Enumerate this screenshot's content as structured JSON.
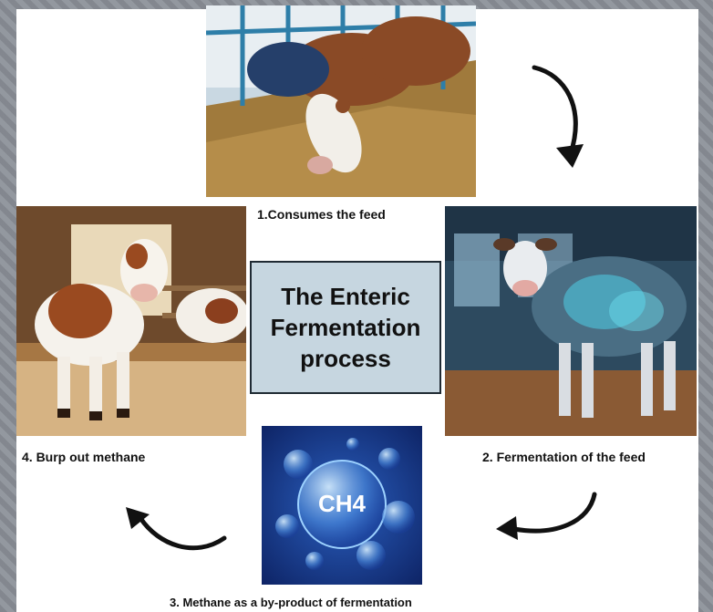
{
  "center": {
    "title_line1": "The Enteric",
    "title_line2": "Fermentation",
    "title_line3": "process"
  },
  "steps": [
    {
      "label": "1.Consumes the feed",
      "image": "cows eating feed in barn stalls"
    },
    {
      "label": "2. Fermentation of the feed",
      "image": "cow with glowing digestive system"
    },
    {
      "label": "3. Methane as a by-product of fermentation",
      "image": "CH4 bubbles on blue"
    },
    {
      "label": "4. Burp out methane",
      "image": "brown and white cow standing in barn"
    }
  ],
  "methane_tile": {
    "text": "CH4"
  },
  "colors": {
    "center_fill": "#c6d6e0",
    "arrow": "#111111",
    "methane_blue": "#1e3f8f"
  }
}
